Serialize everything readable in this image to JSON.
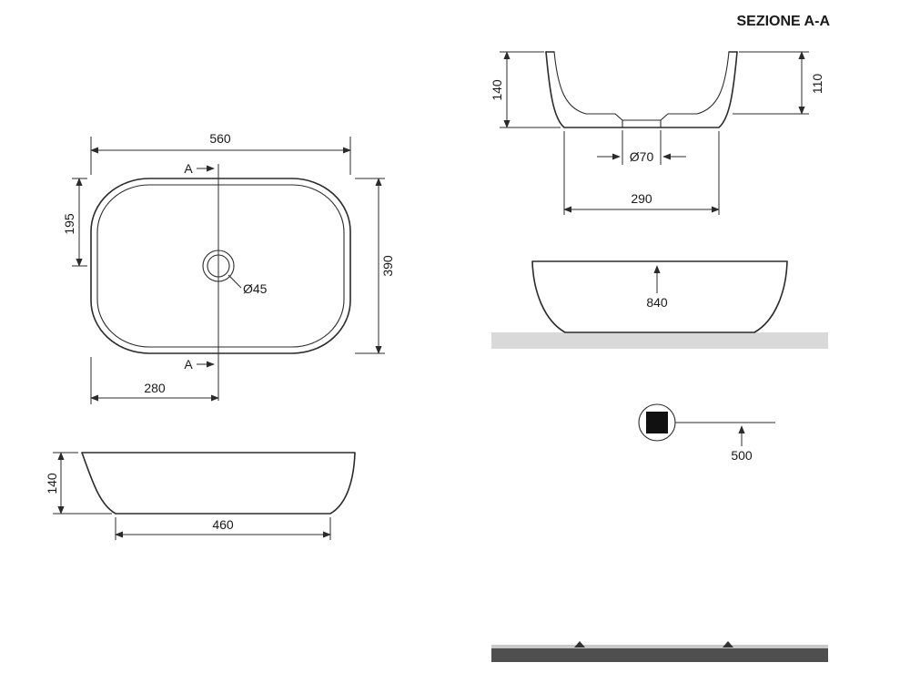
{
  "title": "SEZIONE A-A",
  "plan_view": {
    "section_marker_top": "A",
    "section_marker_bottom": "A",
    "dim_overall_width": "560",
    "dim_overall_depth": "390",
    "dim_center_offset": "195",
    "dim_drain_offset": "280",
    "drain_diameter": "Ø45"
  },
  "front_view": {
    "dim_height": "140",
    "dim_base_width": "460"
  },
  "section_view": {
    "dim_height": "140",
    "dim_bowl_depth": "110",
    "drain_diameter": "Ø70",
    "dim_base_width": "290"
  },
  "side_view": {
    "dim_mounting_height": "840"
  },
  "drain_detail": {
    "dim_drain_height": "500"
  },
  "colors": {
    "line": "#2b2b2b",
    "countertop": "#d9d9d9",
    "floor_bar": "#4f4f4f",
    "floor_bar_top": "#c9c9c9"
  }
}
